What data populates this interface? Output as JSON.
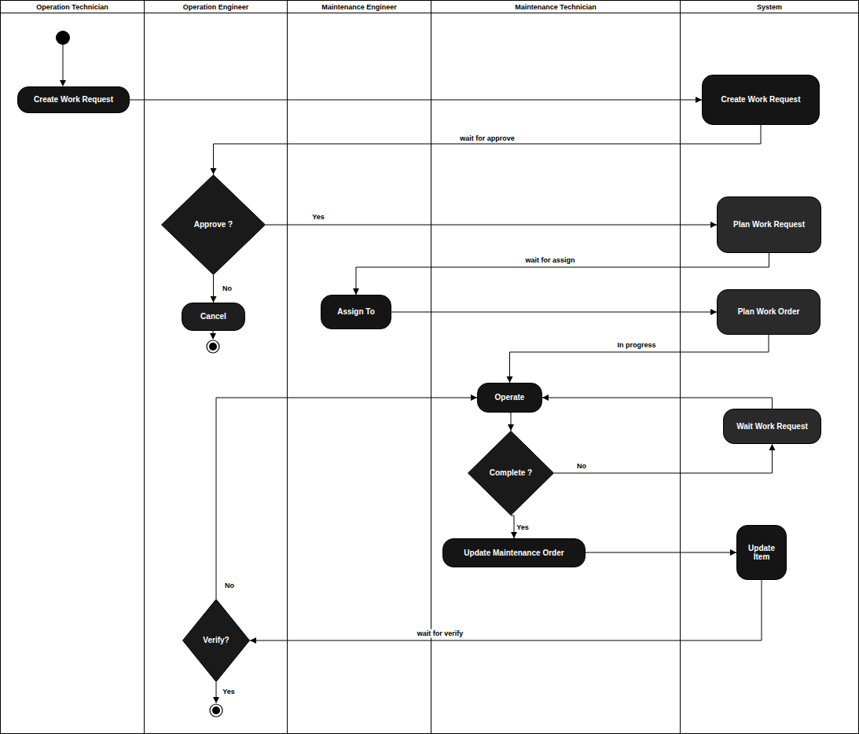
{
  "diagram": {
    "nodes": [
      {
        "text": [
          "Operation Technician"
        ]
      },
      {
        "text": [
          "Operation Engineer"
        ]
      },
      {
        "text": [
          "Maintenance Engineer"
        ]
      },
      {
        "text": [
          "Maintenance Technician"
        ]
      },
      {
        "text": [
          "System"
        ]
      },
      {
        "text": [
          "Create Work Request"
        ],
        "in": 0
      },
      {
        "text": [
          "Create Work Request"
        ],
        "in": 4
      },
      {
        "text": [
          "Approve ?"
        ],
        "in": 1
      },
      {
        "text": [
          "Plan Work Request"
        ],
        "in": 4
      },
      {
        "text": [
          "Cancel"
        ],
        "in": 1
      },
      {
        "text": [
          "Assign To"
        ],
        "in": 2
      },
      {
        "text": [
          "Plan Work Order"
        ],
        "in": 4
      },
      {
        "text": [
          "Operate"
        ],
        "in": 3
      },
      {
        "text": [
          "Complete ?"
        ],
        "in": 3
      },
      {
        "text": [
          "Wait Work Request"
        ],
        "in": 4
      },
      {
        "text": [
          "Update Maintenance Order"
        ],
        "in": 3
      },
      {
        "text": [
          "Update Item"
        ],
        "in": 4
      },
      {
        "text": [
          "Verify?"
        ],
        "in": 1
      }
    ],
    "edges": [
      {
        "from": 5,
        "to": 6,
        "arrow": "to"
      },
      {
        "from": 6,
        "to": 7,
        "label": "wait for approve",
        "arrow": "to"
      },
      {
        "from": 7,
        "to": 8,
        "label": "Yes",
        "arrow": "to"
      },
      {
        "from": 7,
        "to": 9,
        "label": "No",
        "arrow": "to"
      },
      {
        "from": 8,
        "to": 10,
        "label": "wait for assign",
        "arrow": "to"
      },
      {
        "from": 10,
        "to": 11,
        "arrow": "to"
      },
      {
        "from": 11,
        "to": 12,
        "label": "In progress",
        "arrow": "to"
      },
      {
        "from": 12,
        "to": 13,
        "arrow": "to"
      },
      {
        "from": 13,
        "to": 14,
        "label": "No",
        "arrow": "to"
      },
      {
        "from": 14,
        "to": 12,
        "arrow": "to"
      },
      {
        "from": 13,
        "to": 15,
        "label": "Yes",
        "arrow": "to"
      },
      {
        "from": 15,
        "to": 16,
        "arrow": "to"
      },
      {
        "from": 16,
        "to": 17,
        "label": "wait for verify",
        "arrow": "to"
      },
      {
        "from": 17,
        "to": 12,
        "label": "No",
        "arrow": "to"
      }
    ],
    "labels": [
      "Yes"
    ]
  }
}
